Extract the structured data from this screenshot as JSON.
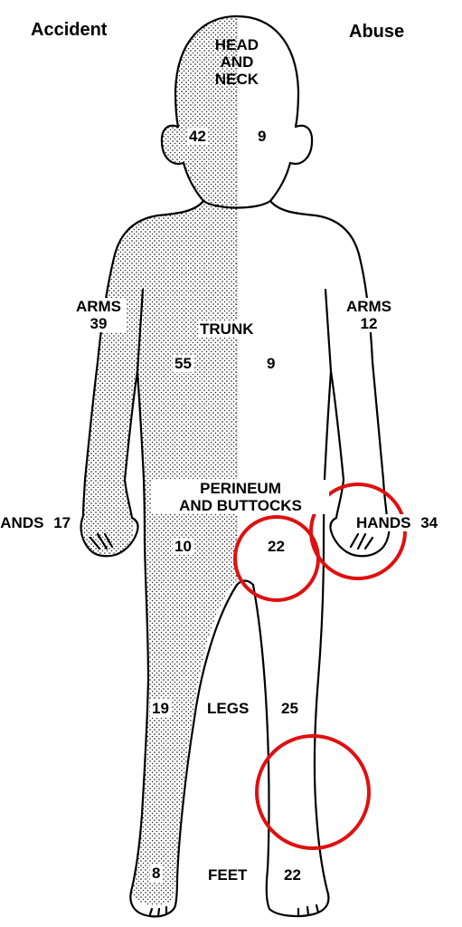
{
  "headers": {
    "left": "Accident",
    "right": "Abuse"
  },
  "regions": {
    "head_neck": {
      "lines": [
        "HEAD",
        "AND",
        "NECK"
      ],
      "accident": "42",
      "abuse": "9"
    },
    "arms_left": {
      "label": "ARMS",
      "value": "39"
    },
    "arms_right": {
      "label": "ARMS",
      "value": "12"
    },
    "trunk": {
      "label": "TRUNK",
      "accident": "55",
      "abuse": "9"
    },
    "hands_left": {
      "label": "HANDS",
      "value": "17"
    },
    "hands_right": {
      "label": "HANDS",
      "value": "34"
    },
    "perineum": {
      "lines": [
        "PERINEUM",
        "AND BUTTOCKS"
      ],
      "accident": "10",
      "abuse": "22"
    },
    "legs": {
      "label": "LEGS",
      "accident": "19",
      "abuse": "25"
    },
    "feet": {
      "label": "FEET",
      "accident": "8",
      "abuse": "22"
    }
  },
  "colors": {
    "outline": "#000000",
    "stipple": "#000000",
    "highlight": "#e01010"
  }
}
